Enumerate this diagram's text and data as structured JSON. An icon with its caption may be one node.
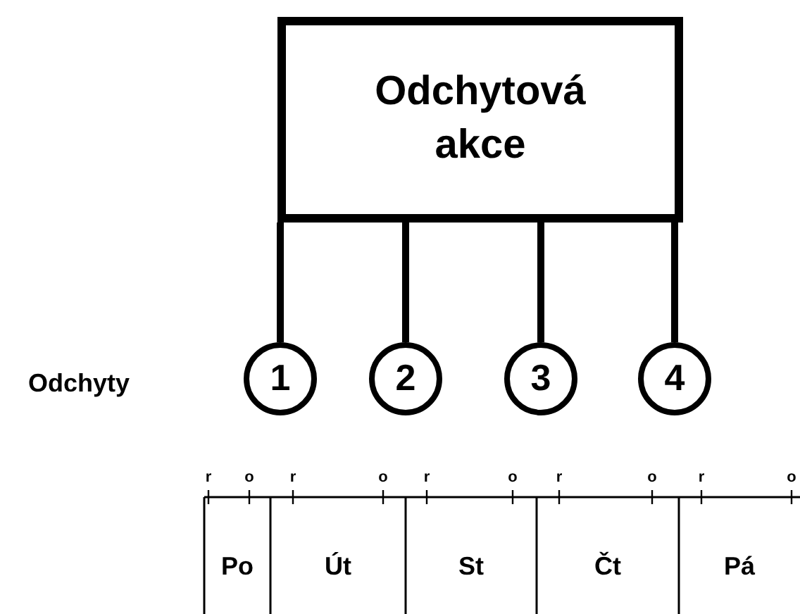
{
  "diagram": {
    "nodes": [
      {
        "text": [
          "Odchytová akce"
        ]
      },
      {
        "text": [
          "1"
        ]
      },
      {
        "text": [
          "2"
        ]
      },
      {
        "text": [
          "3"
        ]
      },
      {
        "text": [
          "4"
        ]
      },
      {
        "text": [
          "Po"
        ]
      },
      {
        "text": [
          "Út"
        ]
      },
      {
        "text": [
          "St"
        ]
      },
      {
        "text": [
          "Čt"
        ]
      },
      {
        "text": [
          "Pá"
        ]
      }
    ],
    "edges": [
      {
        "from": 0,
        "to": 1,
        "arrow": "none"
      },
      {
        "from": 0,
        "to": 2,
        "arrow": "none"
      },
      {
        "from": 0,
        "to": 3,
        "arrow": "none"
      },
      {
        "from": 0,
        "to": 4,
        "arrow": "none"
      }
    ],
    "labels": [
      "Odchyty",
      "r",
      "o",
      "r",
      "o",
      "r",
      "o",
      "r",
      "o",
      "r",
      "o"
    ]
  }
}
